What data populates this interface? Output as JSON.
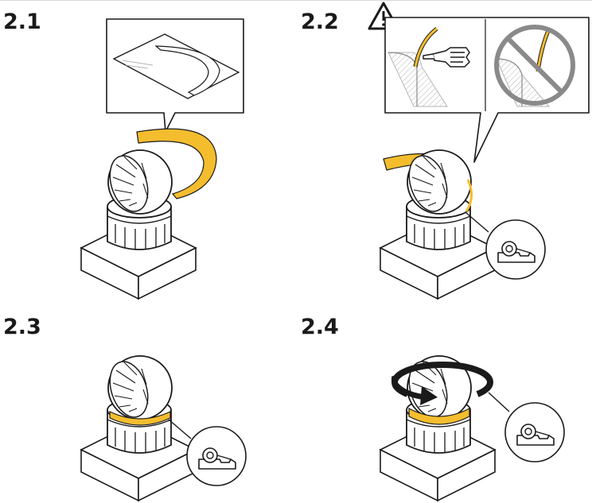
{
  "steps": [
    {
      "label": "2.1"
    },
    {
      "label": "2.2"
    },
    {
      "label": "2.3"
    },
    {
      "label": "2.4"
    }
  ],
  "colors": {
    "tape": "#f4bd2e",
    "line": "#1a1a1a",
    "prohibited": "#8a8a8a",
    "hatch": "#b5b5b5"
  }
}
